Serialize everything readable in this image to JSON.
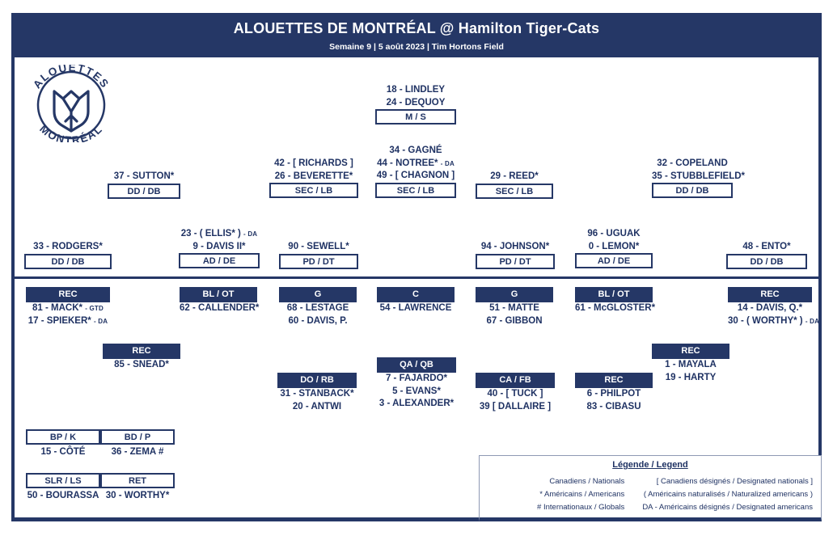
{
  "header": {
    "title": "ALOUETTES DE MONTRÉAL @ Hamilton Tiger-Cats",
    "subtitle": "Semaine 9  |  5 août 2023  |  Tim Hortons Field"
  },
  "logo": {
    "top_arc": "ALOUETTES",
    "bottom_arc": "MONTRÉAL"
  },
  "defense": [
    {
      "id": "ms",
      "position": "M / S",
      "players": [
        "18 - LINDLEY",
        "24 - DEQUOY"
      ]
    },
    {
      "id": "dd-db-left",
      "position": "DD / DB",
      "players": [
        "37 - SUTTON*"
      ]
    },
    {
      "id": "sec-lb-1",
      "position": "SEC / LB",
      "players": [
        "42 - [ RICHARDS ]",
        "26 - BEVERETTE*"
      ]
    },
    {
      "id": "sec-lb-2",
      "position": "SEC / LB",
      "players": [
        "34 - GAGNÉ",
        "44 - NOTREE*",
        "49 - [ CHAGNON ]"
      ],
      "suffixes": [
        "",
        "- DA",
        ""
      ]
    },
    {
      "id": "sec-lb-3",
      "position": "SEC / LB",
      "players": [
        "29 - REED*"
      ]
    },
    {
      "id": "dd-db-right",
      "position": "DD / DB",
      "players": [
        "32 - COPELAND",
        "35 - STUBBLEFIELD*"
      ]
    },
    {
      "id": "dd-db-farleft",
      "position": "DD / DB",
      "players": [
        "33 - RODGERS*"
      ]
    },
    {
      "id": "ad-de-left",
      "position": "AD / DE",
      "players": [
        "23 - ( ELLIS* )",
        "9 - DAVIS II*"
      ],
      "suffixes": [
        "- DA",
        ""
      ]
    },
    {
      "id": "pd-dt-left",
      "position": "PD / DT",
      "players": [
        "90 - SEWELL*"
      ]
    },
    {
      "id": "pd-dt-right",
      "position": "PD / DT",
      "players": [
        "94 - JOHNSON*"
      ]
    },
    {
      "id": "ad-de-right",
      "position": "AD / DE",
      "players": [
        "96 - UGUAK",
        "0 - LEMON*"
      ]
    },
    {
      "id": "dd-db-farright",
      "position": "DD / DB",
      "players": [
        "48 - ENTO*"
      ]
    }
  ],
  "offense": [
    {
      "id": "rec-1",
      "position": "REC",
      "players": [
        "81 - MACK*",
        "17 - SPIEKER*"
      ],
      "suffixes": [
        "- GTD",
        "- DA"
      ]
    },
    {
      "id": "bl-ot-left",
      "position": "BL / OT",
      "players": [
        "62 - CALLENDER*"
      ]
    },
    {
      "id": "g-left",
      "position": "G",
      "players": [
        "68 - LESTAGE",
        "60 - DAVIS, P."
      ]
    },
    {
      "id": "c",
      "position": "C",
      "players": [
        "54 - LAWRENCE"
      ]
    },
    {
      "id": "g-right",
      "position": "G",
      "players": [
        "51 - MATTE",
        "67 - GIBBON"
      ]
    },
    {
      "id": "bl-ot-right",
      "position": "BL / OT",
      "players": [
        "61 - McGLOSTER*"
      ]
    },
    {
      "id": "rec-2",
      "position": "REC",
      "players": [
        "14 - DAVIS, Q.*",
        "30 - ( WORTHY* )"
      ],
      "suffixes": [
        "",
        "- DA"
      ]
    },
    {
      "id": "rec-3",
      "position": "REC",
      "players": [
        "85 - SNEAD*"
      ]
    },
    {
      "id": "rec-4",
      "position": "REC",
      "players": [
        "1 - MAYALA",
        "19 - HARTY"
      ]
    },
    {
      "id": "do-rb",
      "position": "DO / RB",
      "players": [
        "31 - STANBACK*",
        "20 - ANTWI"
      ]
    },
    {
      "id": "qa-qb",
      "position": "QA / QB",
      "players": [
        "7 - FAJARDO*",
        "5 - EVANS*",
        "3 - ALEXANDER*"
      ]
    },
    {
      "id": "ca-fb",
      "position": "CA / FB",
      "players": [
        "40 - [ TUCK ]",
        "39 [ DALLAIRE ]"
      ]
    },
    {
      "id": "rec-5",
      "position": "REC",
      "players": [
        "6 - PHILPOT",
        "83 - CIBASU"
      ]
    }
  ],
  "special_teams": [
    {
      "id": "kickers",
      "cells": [
        {
          "position": "BP / K",
          "player": "15 - CÔTÉ"
        },
        {
          "position": "BD / P",
          "player": "36 - ZEMA #"
        }
      ]
    },
    {
      "id": "snapper-returner",
      "cells": [
        {
          "position": "SLR / LS",
          "player": "50 - BOURASSA"
        },
        {
          "position": "RET",
          "player": "30 - WORTHY*"
        }
      ]
    }
  ],
  "legend": {
    "title": "Légende / Legend",
    "left": [
      "Canadiens / Nationals",
      "* Américains / Americans",
      "# Internationaux / Globals"
    ],
    "right": [
      "[ Canadiens désignés / Designated nationals ]",
      "( Américains naturalisés / Naturalized americans )",
      "DA - Américains désignés / Designated americans"
    ]
  },
  "colors": {
    "brand": "#253766",
    "text": "#1f3263"
  }
}
